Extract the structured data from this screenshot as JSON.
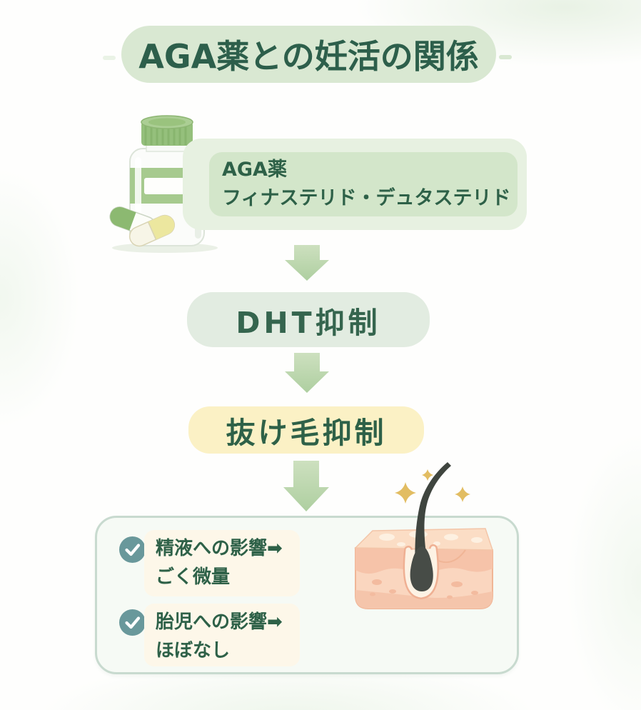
{
  "title": "AGA薬との妊活の関係",
  "medication": {
    "label_line1": "AGA薬",
    "label_line2": "フィナステリド・デュタステリド"
  },
  "flow_steps": [
    {
      "label": "DHT抑制"
    },
    {
      "label": "抜け毛抑制"
    }
  ],
  "results_panel": {
    "items": [
      {
        "effect": "精液への影響➡",
        "result": "ごく微量"
      },
      {
        "effect": "胎児への影響➡",
        "result": "ほぼなし"
      }
    ]
  },
  "icons": {
    "down_arrow": "down-arrow-icon",
    "check": "check-icon",
    "pill_bottle": "pill-bottle-icon",
    "capsules": "capsule-icon",
    "skin_hair": "skin-hair-follicle-icon",
    "sparkles": "sparkle-icon"
  },
  "colors": {
    "title_bg": "#d9e8d2",
    "title_text": "#2d5f4b",
    "label_outer_bg": "#e7f1e1",
    "label_inner_bg": "#d3e6ca",
    "dht_box_bg": "#e2ece1",
    "suppress_box_bg": "#fbf1c5",
    "arrow_green": "#bad6ab",
    "panel_bg": "#f6faf5",
    "panel_border": "#c8dacf",
    "note_bg": "#fdf7e9",
    "check_circle": "#69989b",
    "dark_green_text": "#2e6148",
    "sparkle_gold": "#e2bd62"
  }
}
